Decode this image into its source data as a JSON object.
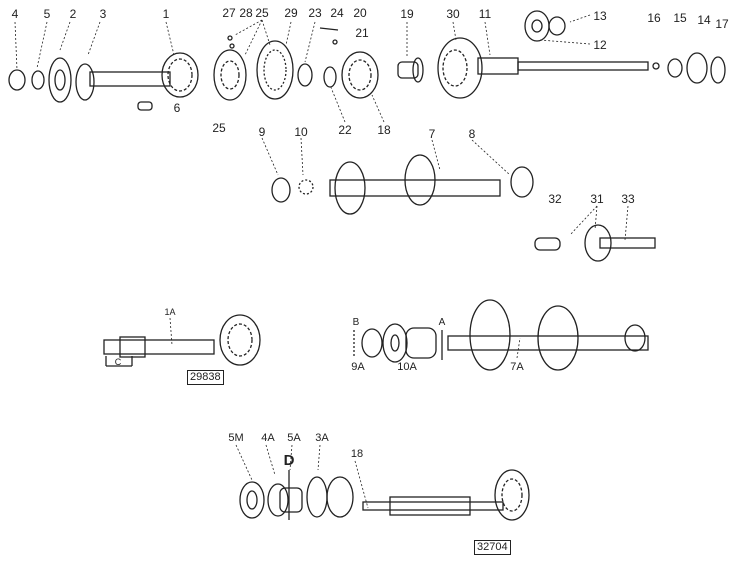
{
  "diagram": {
    "callouts_top": [
      "4",
      "5",
      "2",
      "3",
      "1",
      "27",
      "28",
      "25",
      "29",
      "23",
      "24",
      "20",
      "21",
      "19",
      "30",
      "11",
      "13",
      "12",
      "16",
      "15",
      "14",
      "17",
      "6",
      "25",
      "22",
      "18",
      "9",
      "10",
      "7",
      "8",
      "32",
      "31",
      "33"
    ],
    "callouts_mid": [
      "1A",
      "C",
      "B",
      "A",
      "9A",
      "10A",
      "7A"
    ],
    "callouts_bottom": [
      "5M",
      "4A",
      "5A",
      "3A",
      "D",
      "18"
    ],
    "figure_numbers": [
      "29838",
      "32704"
    ]
  }
}
